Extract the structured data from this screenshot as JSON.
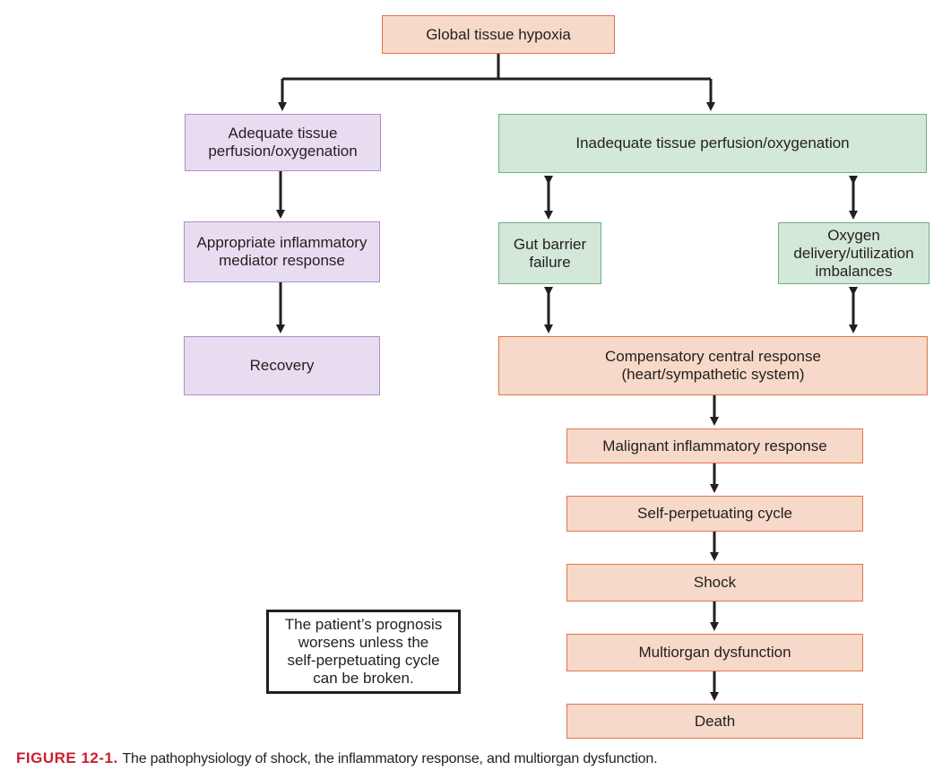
{
  "nodes": {
    "hypoxia": "Global tissue hypoxia",
    "adequate": "Adequate tissue\nperfusion/oxygenation",
    "inadequate": "Inadequate tissue perfusion/oxygenation",
    "appropriate": "Appropriate inflammatory\nmediator response",
    "recovery": "Recovery",
    "gut": "Gut barrier\nfailure",
    "oxygen": "Oxygen\ndelivery/utilization\nimbalances",
    "compensatory": "Compensatory central response\n(heart/sympathetic system)",
    "malignant": "Malignant inflammatory response",
    "selfcycle": "Self-perpetuating cycle",
    "shock": "Shock",
    "multiorgan": "Multiorgan dysfunction",
    "death": "Death"
  },
  "note": "The patient’s prognosis\nworsens unless the\nself-perpetuating cycle\ncan be broken.",
  "caption": {
    "label": "FIGURE 12-1.",
    "text": "The pathophysiology of shock, the inflammatory response, and multiorgan dysfunction."
  },
  "colors": {
    "peach_fill": "#f6d9c8",
    "peach_border": "#e0764d",
    "lavender_fill": "#e8ddf0",
    "green_fill": "#d3e8d8",
    "caption_red": "#c8202f"
  }
}
